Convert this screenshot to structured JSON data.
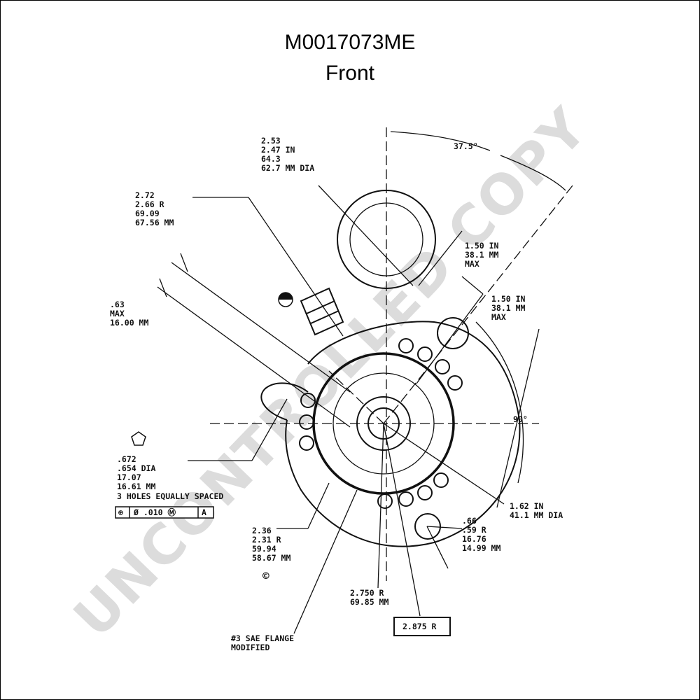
{
  "title": "M0017073ME",
  "subtitle": "Front",
  "watermark": "UNCONTROLLED COPY",
  "colors": {
    "ink": "#111111",
    "watermark": "#dcdcdc",
    "background": "#ffffff"
  },
  "dimensions": {
    "d1": [
      "2.53",
      "2.47 IN",
      "64.3",
      "62.7 MM DIA"
    ],
    "d2": [
      "2.72",
      "2.66 R",
      "69.09",
      "67.56 MM"
    ],
    "d3": [
      ".63",
      "MAX",
      "16.00 MM"
    ],
    "d4": [
      "37.5°"
    ],
    "d5": [
      "1.50 IN",
      "38.1 MM",
      "MAX"
    ],
    "d6": [
      "1.50 IN",
      "38.1 MM",
      "MAX"
    ],
    "d7": [
      "90°"
    ],
    "d8": [
      ".672",
      ".654 DIA",
      "17.07",
      "16.61 MM",
      "3 HOLES EQUALLY SPACED"
    ],
    "d9": [
      "1.62 IN",
      "41.1 MM DIA"
    ],
    "d10": [
      "2.36",
      "2.31 R",
      "59.94",
      "58.67 MM"
    ],
    "d11": [
      ".66",
      ".59 R",
      "16.76",
      "14.99 MM"
    ],
    "d12": [
      "2.750 R",
      "69.85 MM"
    ],
    "d13": [
      "#3 SAE FLANGE",
      "MODIFIED"
    ]
  },
  "boxed_dimension": "2.875 R",
  "tolerance_frame": [
    "⊕",
    "Ø .010 Ⓜ",
    "A"
  ],
  "copyright_symbol": "©",
  "icons": [
    "pentagon-datum-icon",
    "ground-symbol-icon"
  ]
}
